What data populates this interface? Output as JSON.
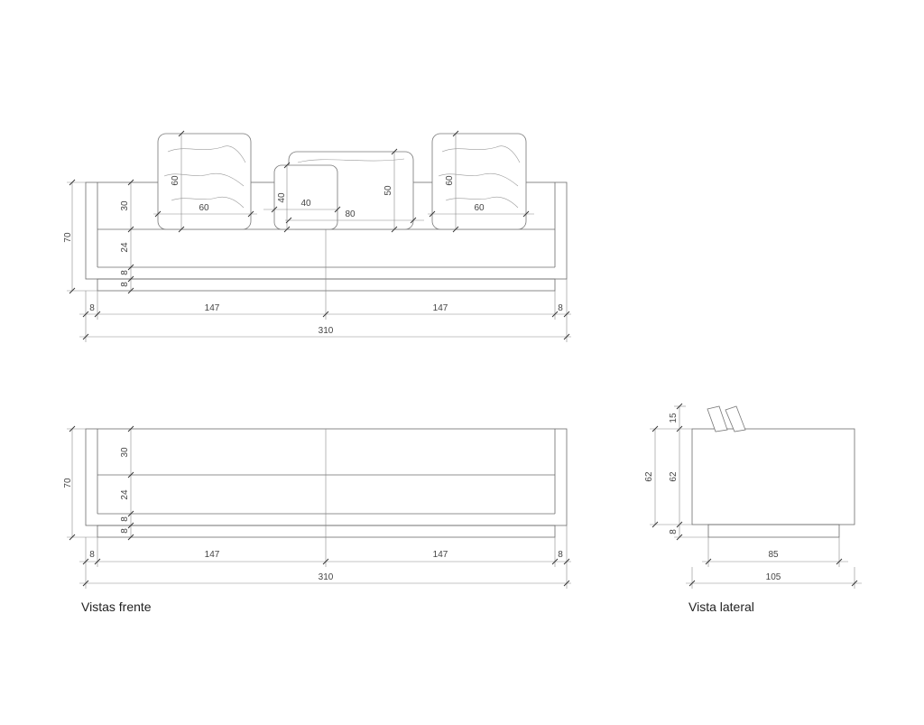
{
  "captions": {
    "front": "Vistas frente",
    "side": "Vista lateral"
  },
  "front_top": {
    "height_total": "70",
    "back_height": "30",
    "seat_height": "24",
    "base_upper": "8",
    "base_lower": "8",
    "arm_left": "8",
    "half_left": "147",
    "half_right": "147",
    "arm_right": "8",
    "total_width": "310",
    "cushion_left_h": "60",
    "cushion_left_w": "60",
    "cushion_small_h": "40",
    "cushion_small_w": "40",
    "cushion_long_h": "50",
    "cushion_long_w": "80",
    "cushion_right_h": "60",
    "cushion_right_w": "60"
  },
  "front_bottom": {
    "height_total": "70",
    "back_height": "30",
    "seat_height": "24",
    "base_upper": "8",
    "base_lower": "8",
    "arm_left": "8",
    "half_left": "147",
    "half_right": "147",
    "arm_right": "8",
    "total_width": "310"
  },
  "side": {
    "cushion_height": "15",
    "body_height_outer": "62",
    "body_height_inner": "62",
    "base_height": "8",
    "base_width": "85",
    "total_depth": "105"
  }
}
